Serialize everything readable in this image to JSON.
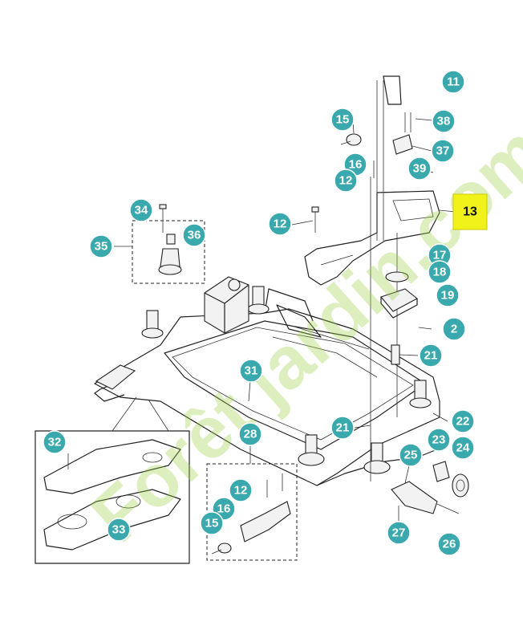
{
  "highlight": {
    "label": "13",
    "color": "#f0f21a"
  },
  "callout_color": "#3aa9ad",
  "watermark": {
    "text": "Forêt jardin.com",
    "color": "#9fd24a"
  },
  "callouts": [
    "11",
    "38",
    "15",
    "37",
    "16",
    "12",
    "39",
    "34",
    "36",
    "35",
    "12",
    "17",
    "18",
    "19",
    "2",
    "21",
    "31",
    "22",
    "21",
    "28",
    "32",
    "23",
    "24",
    "25",
    "12",
    "16",
    "15",
    "33",
    "27",
    "26"
  ]
}
